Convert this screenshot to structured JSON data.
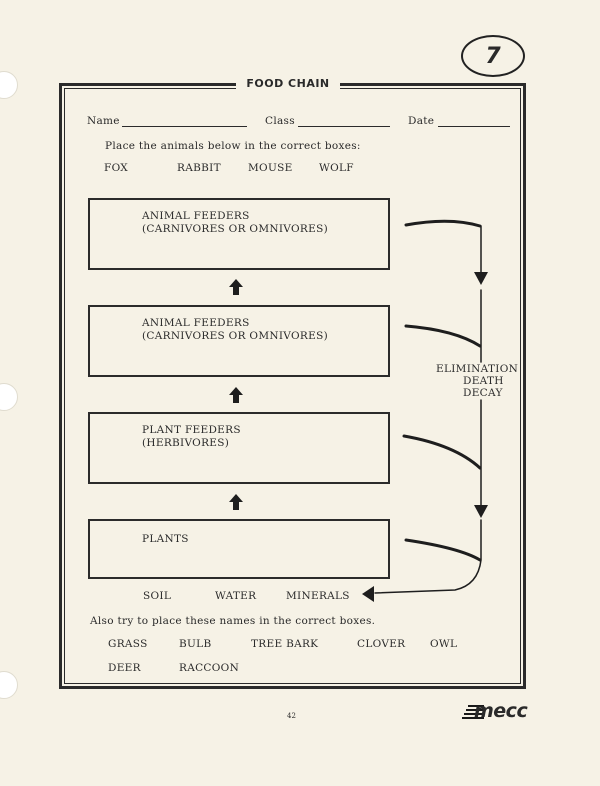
{
  "page_number_badge": "7",
  "title": "FOOD CHAIN",
  "header": {
    "name_label": "Name",
    "class_label": "Class",
    "date_label": "Date"
  },
  "instructions_1": "Place the animals below in the correct boxes:",
  "animals": [
    "FOX",
    "RABBIT",
    "MOUSE",
    "WOLF"
  ],
  "boxes": [
    {
      "line1": "ANIMAL FEEDERS",
      "line2": "(CARNIVORES OR OMNIVORES)"
    },
    {
      "line1": "ANIMAL FEEDERS",
      "line2": "(CARNIVORES OR OMNIVORES)"
    },
    {
      "line1": "PLANT FEEDERS",
      "line2": "(HERBIVORES)"
    },
    {
      "line1": "PLANTS",
      "line2": ""
    }
  ],
  "cycle_label": [
    "ELIMINATION",
    "DEATH",
    "DECAY"
  ],
  "nutrients": [
    "SOIL",
    "WATER",
    "MINERALS"
  ],
  "instructions_2": "Also try to place these names in the correct boxes.",
  "names_row1": [
    "GRASS",
    "BULB",
    "TREE BARK",
    "CLOVER",
    "OWL"
  ],
  "names_row2": [
    "DEER",
    "RACCOON"
  ],
  "footer_page": "42",
  "logo_text": "mecc"
}
